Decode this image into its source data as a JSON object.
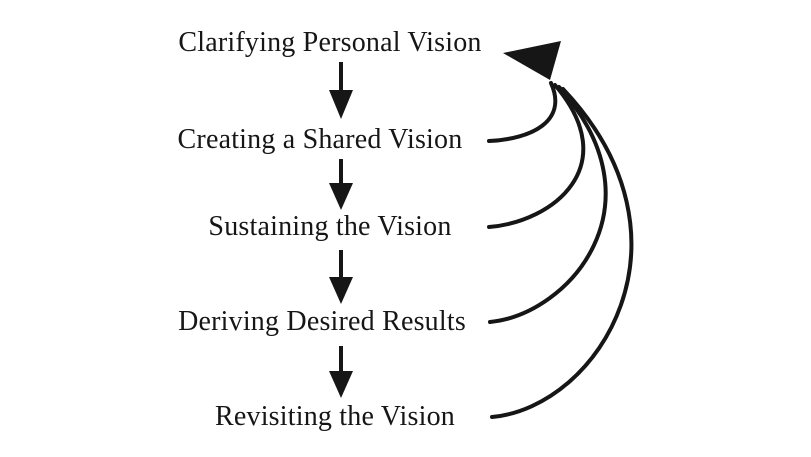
{
  "diagram": {
    "kind": "vision-process-cycle",
    "steps": [
      {
        "label": "Clarifying Personal Vision"
      },
      {
        "label": "Creating a Shared Vision"
      },
      {
        "label": "Sustaining the Vision"
      },
      {
        "label": "Deriving Desired Results"
      },
      {
        "label": "Revisiting the Vision"
      }
    ],
    "connections": {
      "forward": "down-arrow between each consecutive step",
      "feedback": "curved arrows from steps 2-5 converge into one arrowhead pointing at step 1"
    },
    "colors": {
      "ink": "#161616",
      "background": "#ffffff"
    }
  }
}
